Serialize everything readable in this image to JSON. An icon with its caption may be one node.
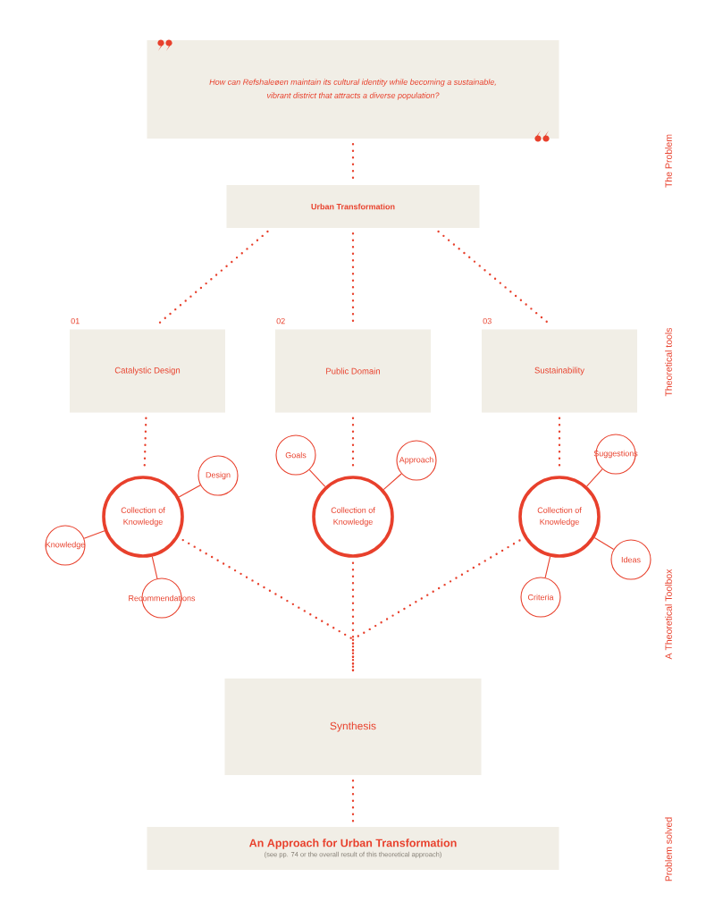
{
  "diagram": {
    "nodes": [
      {
        "text": [
          "How can Refshaleøen maintain its cultural identity while becoming a sustainable, vibrant district that attracts a diverse population?"
        ]
      },
      {
        "text": [
          "Urban Transformation"
        ]
      },
      {
        "text": [
          "Catalystic Design"
        ],
        "beside": [
          "01"
        ]
      },
      {
        "text": [
          "Public Domain"
        ],
        "beside": [
          "02"
        ]
      },
      {
        "text": [
          "Sustainability"
        ],
        "beside": [
          "03"
        ]
      },
      {
        "text": [
          "Collection of Knowledge"
        ]
      },
      {
        "text": [
          "Design"
        ]
      },
      {
        "text": [
          "Knowledge"
        ]
      },
      {
        "text": [
          "Recommendations"
        ]
      },
      {
        "text": [
          "Collection of Knowledge"
        ]
      },
      {
        "text": [
          "Goals"
        ]
      },
      {
        "text": [
          "Approach"
        ]
      },
      {
        "text": [
          "Collection of Knowledge"
        ]
      },
      {
        "text": [
          "Suggestions"
        ]
      },
      {
        "text": [
          "Ideas"
        ]
      },
      {
        "text": [
          "Criteria"
        ]
      },
      {
        "text": [
          "Synthesis"
        ]
      },
      {
        "text": [
          "An Approach for Urban Transformation",
          "(see pp. 74 or the overall result of this theoretical approach)"
        ]
      }
    ],
    "edges": [
      {
        "from": 0,
        "to": 1,
        "arrow": "none",
        "style": "dashed"
      },
      {
        "from": 1,
        "to": 2,
        "arrow": "none",
        "style": "dashed"
      },
      {
        "from": 1,
        "to": 3,
        "arrow": "none",
        "style": "dashed"
      },
      {
        "from": 1,
        "to": 4,
        "arrow": "none",
        "style": "dashed"
      },
      {
        "from": 2,
        "to": 5,
        "arrow": "none",
        "style": "dashed"
      },
      {
        "from": 5,
        "to": 6,
        "arrow": "none"
      },
      {
        "from": 5,
        "to": 7,
        "arrow": "none"
      },
      {
        "from": 5,
        "to": 8,
        "arrow": "none"
      },
      {
        "from": 3,
        "to": 9,
        "arrow": "none",
        "style": "dashed"
      },
      {
        "from": 9,
        "to": 10,
        "arrow": "none"
      },
      {
        "from": 9,
        "to": 11,
        "arrow": "none"
      },
      {
        "from": 4,
        "to": 12,
        "arrow": "none",
        "style": "dashed"
      },
      {
        "from": 12,
        "to": 13,
        "arrow": "none"
      },
      {
        "from": 12,
        "to": 14,
        "arrow": "none"
      },
      {
        "from": 12,
        "to": 15,
        "arrow": "none"
      },
      {
        "from": 5,
        "to": 16,
        "arrow": "none",
        "style": "dashed"
      },
      {
        "from": 9,
        "to": 16,
        "arrow": "none",
        "style": "dashed"
      },
      {
        "from": 12,
        "to": 16,
        "arrow": "none",
        "style": "dashed"
      },
      {
        "from": 16,
        "to": 17,
        "arrow": "none",
        "style": "dashed"
      }
    ],
    "labels": [
      "The Problem",
      "Theoretical tools",
      "A Theoretical Toolbox",
      "Problem solved"
    ]
  }
}
